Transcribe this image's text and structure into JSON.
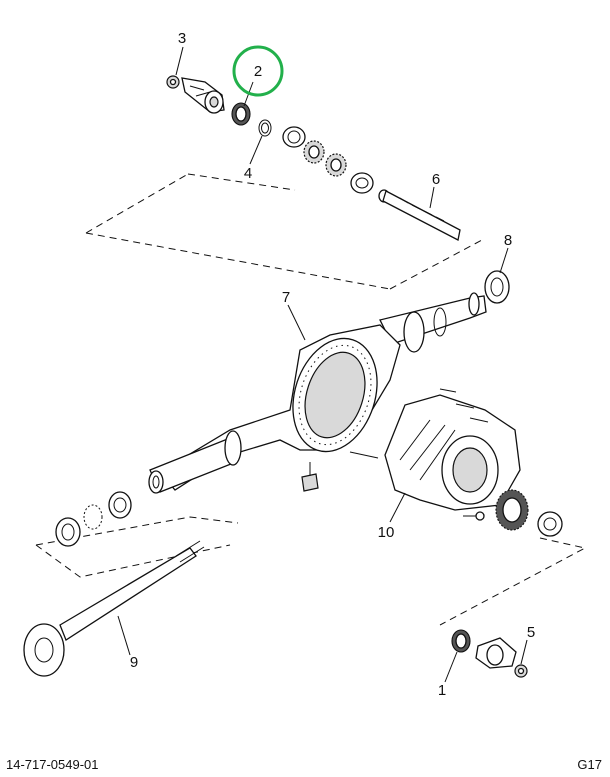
{
  "diagram": {
    "callouts": {
      "c1": "1",
      "c2": "2",
      "c3": "3",
      "c4": "4",
      "c5": "5",
      "c6": "6",
      "c7": "7",
      "c8": "8",
      "c9": "9",
      "c10": "10"
    },
    "highlight_color": "#22b04b"
  },
  "footer": {
    "drawing_number": "14-717-0549-01",
    "page_code": "G17"
  }
}
